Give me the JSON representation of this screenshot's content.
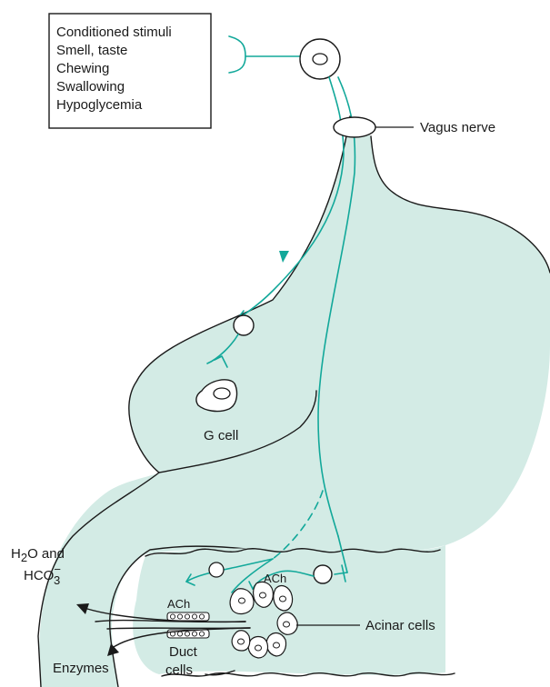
{
  "stimuli": [
    "Conditioned stimuli",
    "Smell, taste",
    "Chewing",
    "Swallowing",
    "Hypoglycemia"
  ],
  "labels": {
    "vagus_nerve": "Vagus nerve",
    "g_cell": "G cell",
    "h2o_and_line1_a": "H",
    "h2o_and_line1_sub": "2",
    "h2o_and_line1_b": "O and",
    "hco3_base": "HCO",
    "hco3_sub": "3",
    "hco3_sup": "−",
    "ach_left": "ACh",
    "ach_right": "ACh",
    "acinar_cells": "Acinar cells",
    "enzymes": "Enzymes",
    "duct_cells_line1": "Duct",
    "duct_cells_line2": "cells"
  },
  "colors": {
    "organ_fill": "#d3ebe5",
    "nerve": "#12a89a",
    "ink": "#1a1a1a"
  }
}
